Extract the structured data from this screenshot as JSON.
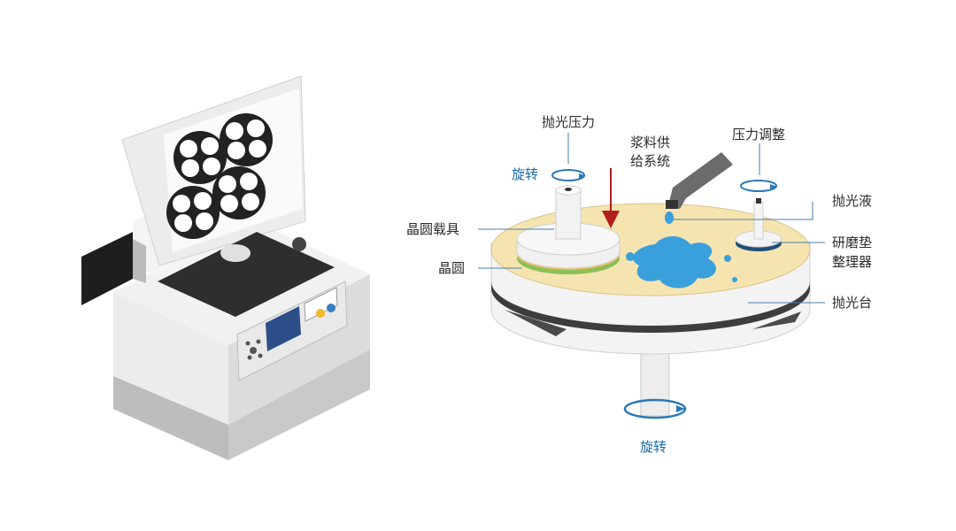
{
  "labels": {
    "polish_pressure": "抛光压力",
    "rotation_top": "旋转",
    "slurry_supply_line1": "浆料供",
    "slurry_supply_line2": "给系统",
    "pressure_adjust": "压力调整",
    "polishing_fluid": "抛光液",
    "wafer_carrier": "晶圆载具",
    "wafer": "晶圆",
    "pad_conditioner_line1": "研磨垫",
    "pad_conditioner_line2": "整理器",
    "polishing_table": "抛光台",
    "rotation_bottom": "旋转"
  },
  "colors": {
    "pad_surface": "#f6e4b0",
    "slurry": "#3aa0dc",
    "rotation_arrow": "#2a79b8",
    "pressure_arrow": "#b01e1e",
    "machine_body": "#e6e6e6",
    "machine_dark": "#3a3a3a"
  }
}
